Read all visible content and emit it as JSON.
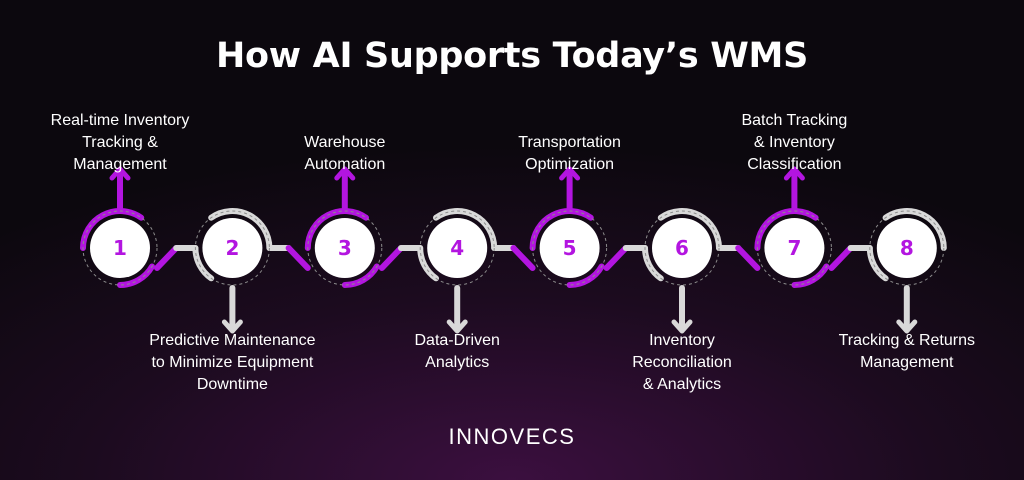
{
  "title": "How AI Supports Today’s WMS",
  "logo": "INNOVECS",
  "colors": {
    "accent": "#b315e0",
    "light": "#d9d9d9",
    "node_bg": "#ffffff",
    "node_text": "#b315e0"
  },
  "steps": [
    {
      "number": "1",
      "label": "Real-time Inventory\nTracking &\nManagement",
      "position": "top"
    },
    {
      "number": "2",
      "label": "Predictive Maintenance\nto Minimize Equipment\nDowntime",
      "position": "bottom"
    },
    {
      "number": "3",
      "label": "Warehouse\nAutomation",
      "position": "top"
    },
    {
      "number": "4",
      "label": "Data-Driven\nAnalytics",
      "position": "bottom"
    },
    {
      "number": "5",
      "label": "Transportation\nOptimization",
      "position": "top"
    },
    {
      "number": "6",
      "label": "Inventory\nReconciliation\n& Analytics",
      "position": "bottom"
    },
    {
      "number": "7",
      "label": "Batch Tracking\n& Inventory\nClassification",
      "position": "top"
    },
    {
      "number": "8",
      "label": "Tracking & Returns\nManagement",
      "position": "bottom"
    }
  ]
}
